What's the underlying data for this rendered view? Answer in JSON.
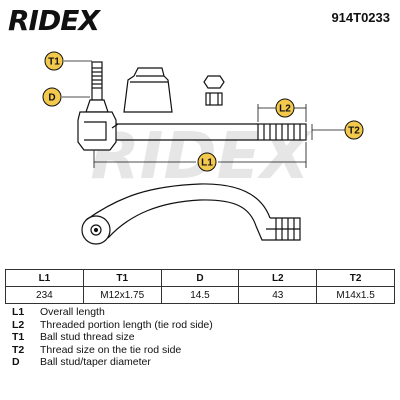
{
  "header": {
    "logo_text": "RIDEX",
    "part_number": "914T0233"
  },
  "drawing": {
    "watermark_text": "RIDEX",
    "callouts": {
      "t1": "T1",
      "d": "D",
      "l1": "L1",
      "l2": "L2",
      "t2": "T2"
    },
    "colors": {
      "callout_fill": "#f2c94c",
      "line": "#111111",
      "watermark": "#e8e8e8"
    }
  },
  "spec_table": {
    "headers": [
      "L1",
      "T1",
      "D",
      "L2",
      "T2"
    ],
    "values": [
      "234",
      "M12x1.75",
      "14.5",
      "43",
      "M14x1.5"
    ]
  },
  "legend": [
    {
      "key": "L1",
      "text": "Overall length"
    },
    {
      "key": "L2",
      "text": "Threaded portion length (tie rod side)"
    },
    {
      "key": "T1",
      "text": "Ball stud thread size"
    },
    {
      "key": "T2",
      "text": "Thread size on the tie rod side"
    },
    {
      "key": "D",
      "text": "Ball stud/taper diameter"
    }
  ]
}
